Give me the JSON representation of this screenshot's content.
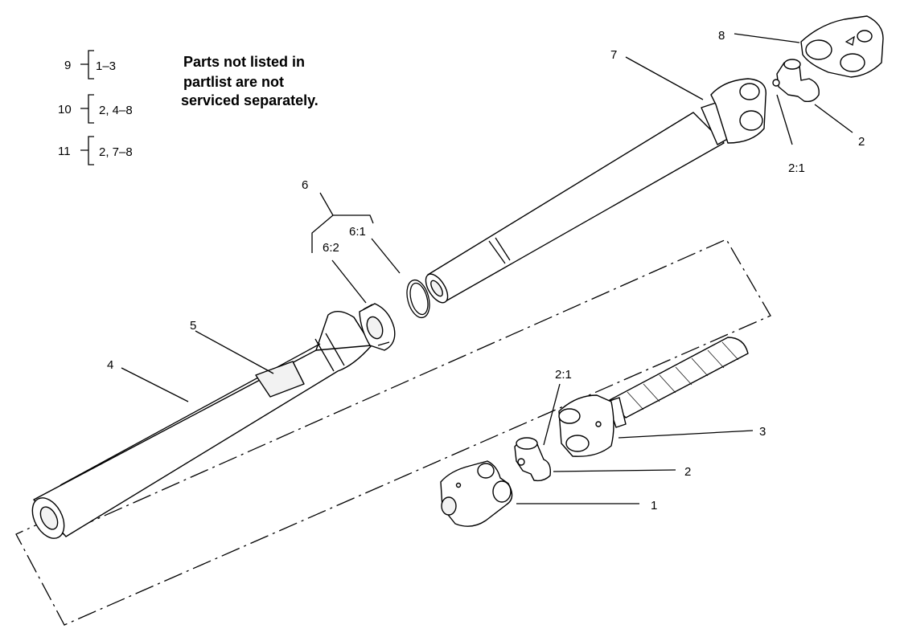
{
  "groups": [
    {
      "number": "9",
      "range": "1–3"
    },
    {
      "number": "10",
      "range": "2, 4–8"
    },
    {
      "number": "11",
      "range": "2, 7–8"
    }
  ],
  "note": {
    "line1": "Parts not listed in",
    "line2": "partlist are not",
    "line3": "serviced separately."
  },
  "callouts": {
    "c1": "1",
    "c2_bottom": "2",
    "c2_top": "2",
    "c2_1_top": "2:1",
    "c2_1_bottom": "2:1",
    "c3": "3",
    "c4": "4",
    "c5": "5",
    "c6": "6",
    "c6_1": "6:1",
    "c6_2": "6:2",
    "c7": "7",
    "c8": "8"
  }
}
